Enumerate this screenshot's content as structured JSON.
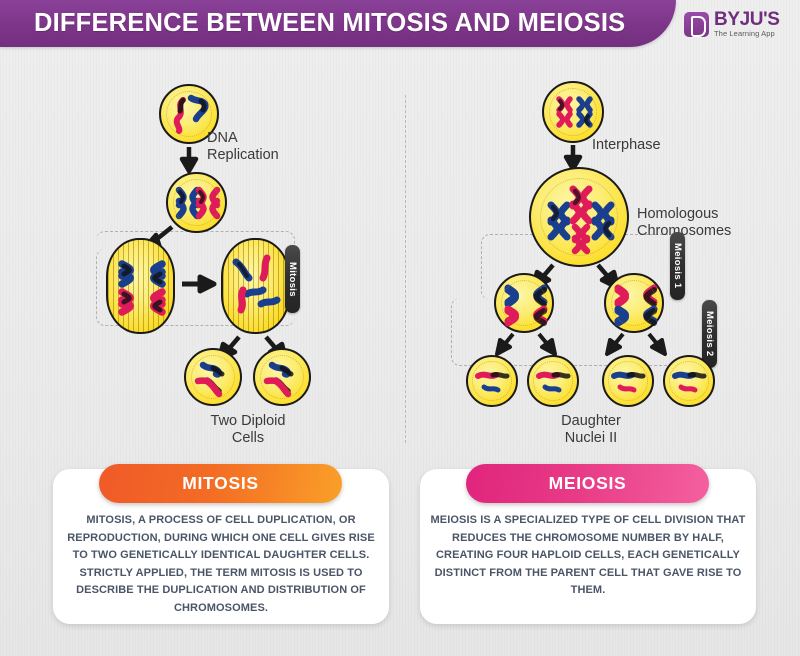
{
  "header": {
    "title": "DIFFERENCE BETWEEN MITOSIS AND MEIOSIS",
    "brand_name": "BYJU'S",
    "brand_tagline": "The Learning App",
    "bar_color": "#7d3589"
  },
  "mitosis_diagram": {
    "labels": {
      "dna_replication": "DNA\nReplication",
      "two_diploid_cells": "Two Diploid\nCells"
    },
    "stage_badge": "Mitosis",
    "cells": [
      {
        "name": "parent-cell",
        "stage": "unduplicated chromosomes"
      },
      {
        "name": "duplicated-cell",
        "stage": "duplicated chromosomes"
      },
      {
        "name": "metaphase-spindle-cell",
        "stage": "metaphase"
      },
      {
        "name": "anaphase-spindle-cell",
        "stage": "anaphase"
      },
      {
        "name": "daughter-cell-1",
        "stage": "diploid daughter"
      },
      {
        "name": "daughter-cell-2",
        "stage": "diploid daughter"
      }
    ]
  },
  "meiosis_diagram": {
    "labels": {
      "interphase": "Interphase",
      "homologous_chromosomes": "Homologous\nChromosomes",
      "daughter_nuclei": "Daughter\nNuclei II"
    },
    "stage_badges": [
      "Meiosis 1",
      "Meiosis 2"
    ],
    "cells": [
      {
        "name": "interphase-cell",
        "stage": "interphase"
      },
      {
        "name": "homologous-cell",
        "stage": "homologous chromosomes"
      },
      {
        "name": "meiosis1-daughter-1",
        "stage": "daughter nuclei I"
      },
      {
        "name": "meiosis1-daughter-2",
        "stage": "daughter nuclei I"
      },
      {
        "name": "haploid-cell-1",
        "stage": "haploid"
      },
      {
        "name": "haploid-cell-2",
        "stage": "haploid"
      },
      {
        "name": "haploid-cell-3",
        "stage": "haploid"
      },
      {
        "name": "haploid-cell-4",
        "stage": "haploid"
      }
    ]
  },
  "cards": [
    {
      "id": "mitosis",
      "title": "MITOSIS",
      "accent": "#f26522",
      "body": "MITOSIS, A PROCESS OF CELL DUPLICATION, OR REPRODUCTION, DURING WHICH ONE CELL GIVES RISE TO TWO GENETICALLY IDENTICAL DAUGHTER CELLS. STRICTLY APPLIED, THE TERM MITOSIS IS USED TO DESCRIBE THE DUPLICATION AND DISTRIBUTION OF CHROMOSOMES."
    },
    {
      "id": "meiosis",
      "title": "MEIOSIS",
      "accent": "#e6257f",
      "body": "MEIOSIS IS A SPECIALIZED TYPE OF CELL DIVISION THAT REDUCES THE CHROMOSOME NUMBER BY HALF, CREATING FOUR HAPLOID CELLS, EACH GENETICALLY DISTINCT FROM THE PARENT CELL THAT GAVE RISE TO THEM."
    }
  ],
  "palette": {
    "chromosome_blue": "#1b3f8f",
    "chromosome_pink": "#e01b5a",
    "chromosome_shadow": "#111111",
    "cell_yellow": "#fced74",
    "background": "#ebebeb"
  }
}
